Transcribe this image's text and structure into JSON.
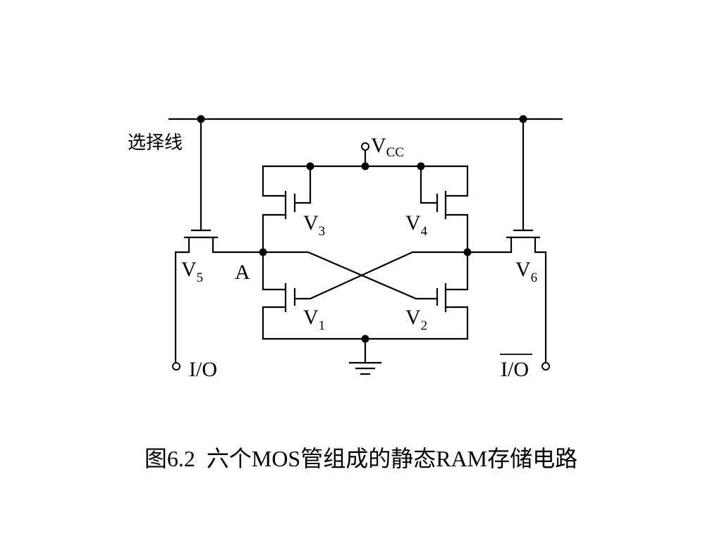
{
  "labels": {
    "select_line": "选择线",
    "vcc": "V",
    "vcc_sub": "CC",
    "node_a": "A",
    "io": "I/O",
    "io_bar": "I/O"
  },
  "transistors": [
    {
      "id": "V1",
      "letter": "V",
      "sub": "1"
    },
    {
      "id": "V2",
      "letter": "V",
      "sub": "2"
    },
    {
      "id": "V3",
      "letter": "V",
      "sub": "3"
    },
    {
      "id": "V4",
      "letter": "V",
      "sub": "4"
    },
    {
      "id": "V5",
      "letter": "V",
      "sub": "5"
    },
    {
      "id": "V6",
      "letter": "V",
      "sub": "6"
    }
  ],
  "caption": "图6.2  六个MOS管组成的静态RAM存储电路"
}
